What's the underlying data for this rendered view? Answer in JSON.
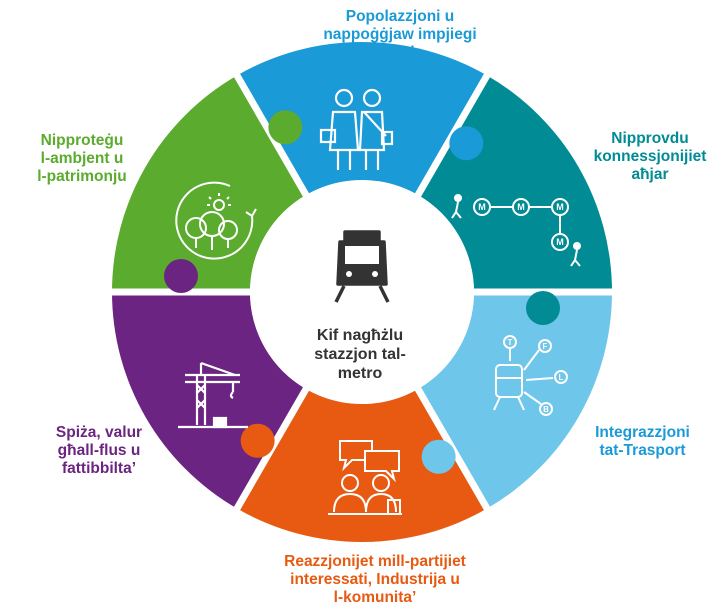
{
  "center": {
    "title": "Kif nagħżlu\nstazzjon tal-\nmetro"
  },
  "segments": [
    {
      "id": "population",
      "label": "Popolazzjoni u\nnappoġġjaw impjiegi\nġodda",
      "color": "#1a9ad6"
    },
    {
      "id": "connections",
      "label": "Nipprovdu\nkonnessjonijiet\naħjar",
      "color": "#008b95"
    },
    {
      "id": "transport",
      "label": "Integrazzjoni\ntat-Trasport",
      "color": "#6ec6ea"
    },
    {
      "id": "stakeholders",
      "label": "Reazzjonijet mill-partijiet\ninteressati, Industrija u\nl-komunita’",
      "color": "#e85a12"
    },
    {
      "id": "space",
      "label": "Spiża, valur\ngħall-flus u\nfattibbilta’",
      "color": "#6b2481"
    },
    {
      "id": "environment",
      "label": "Nipproteġu\nl-ambjent u\nl-patrimonju",
      "color": "#5aab2e"
    }
  ],
  "metro_symbols": {
    "m": "M",
    "t": "T",
    "f": "F",
    "l": "L",
    "b": "B"
  }
}
